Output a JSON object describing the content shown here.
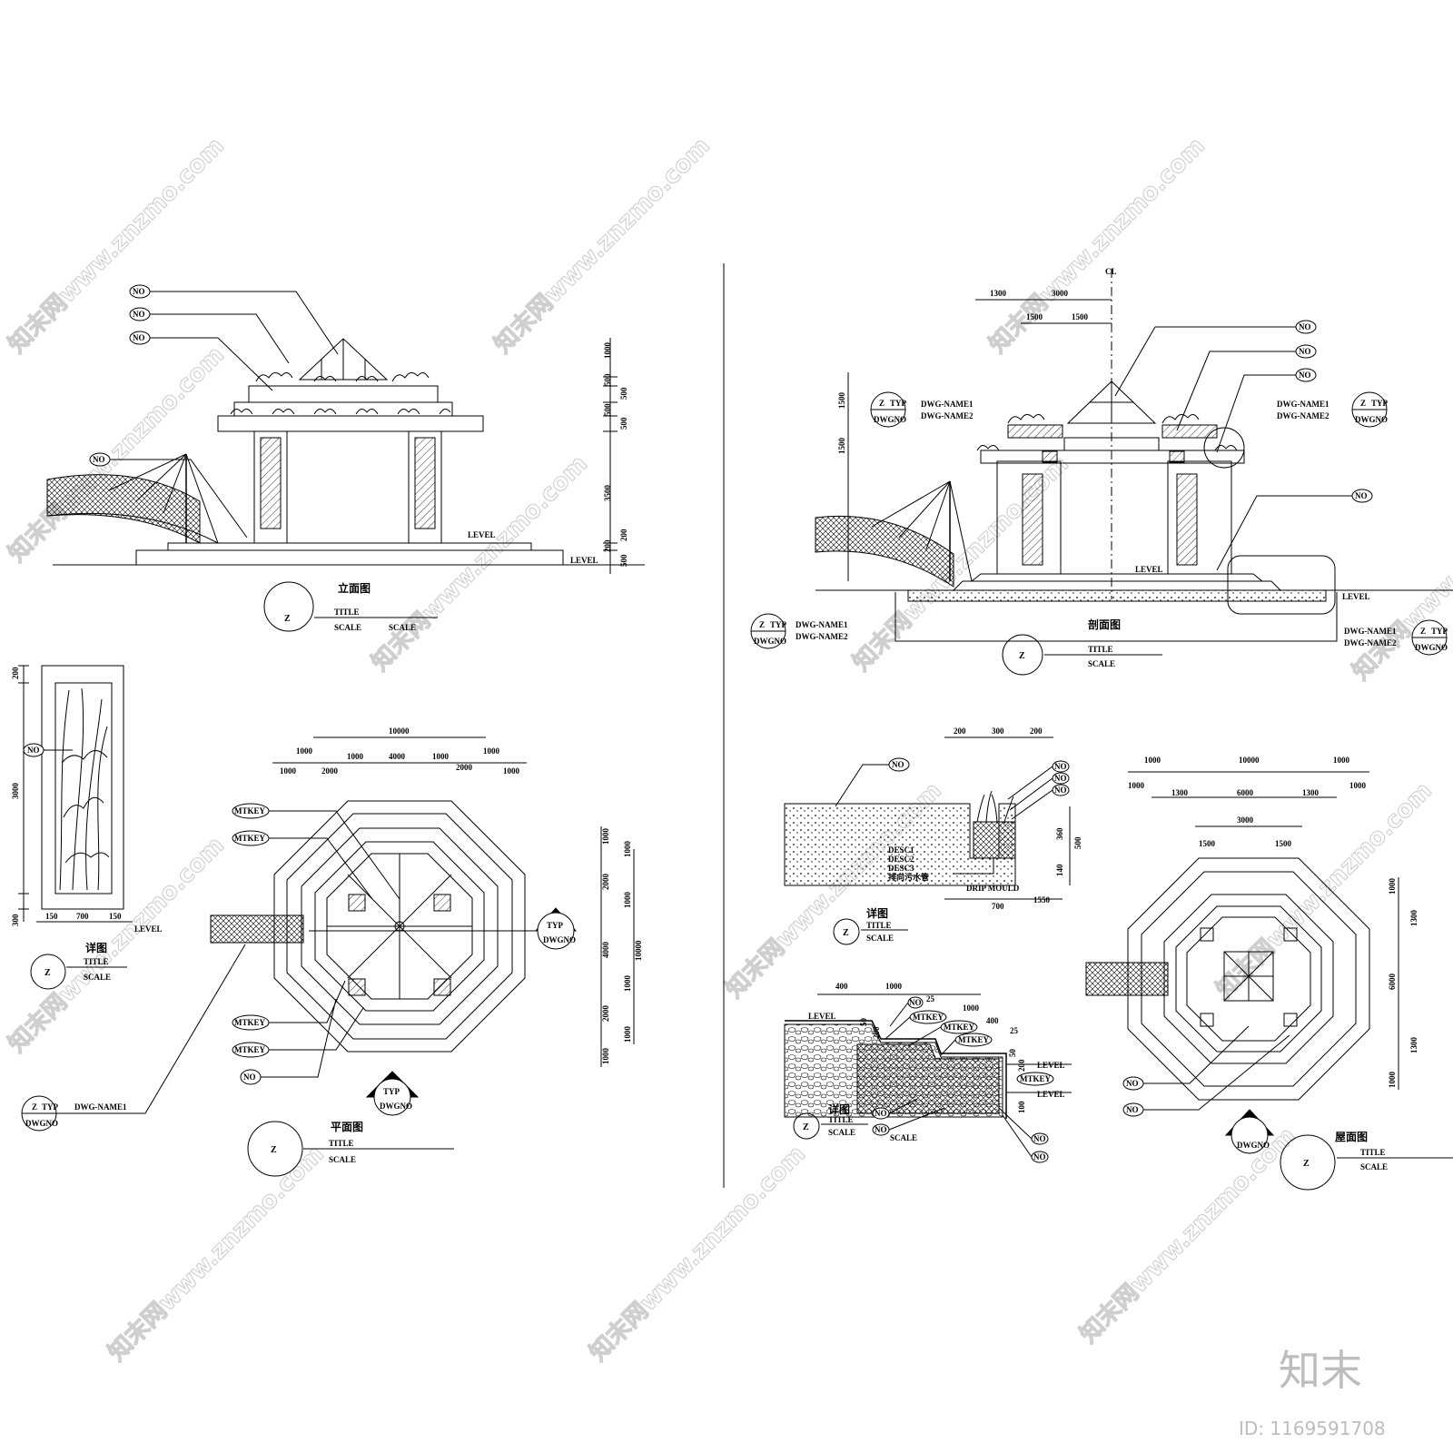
{
  "watermark": {
    "text": "知末网www.znzmo.com",
    "brand": "知末",
    "image_id": "ID: 1169591708"
  },
  "panels": {
    "elevation": {
      "title": "立面图",
      "tag": "Z",
      "title_label": "TITLE",
      "scale_label": "SCALE",
      "scale_label_2": "SCALE",
      "level": "LEVEL",
      "dims": [
        "1000",
        "500",
        "500",
        "500",
        "500",
        "3500",
        "200",
        "200",
        "500"
      ]
    },
    "panel_detail": {
      "title": "详图",
      "tag": "Z",
      "title_label": "TITLE",
      "scale_label": "SCALE",
      "level": "LEVEL",
      "dims": [
        "200",
        "3000",
        "300",
        "150",
        "700",
        "150"
      ]
    },
    "plan": {
      "title": "平面图",
      "tag": "Z",
      "title_label": "TITLE",
      "scale_label": "SCALE",
      "top_dims": [
        "10000",
        "1000",
        "1000",
        "4000",
        "1000",
        "1000",
        "1000",
        "2000",
        "2000",
        "1000"
      ],
      "side_dims": [
        "1000",
        "2000",
        "4000",
        "2000",
        "1000",
        "1000",
        "1000",
        "10000",
        "1000",
        "1000"
      ],
      "dwg_name": "DWG-NAME1",
      "dwgno": "DWGNO",
      "typ": "TYP",
      "mtkey": "MTKEY"
    },
    "section": {
      "title": "剖面图",
      "tag": "Z",
      "title_label": "TITLE",
      "scale_label": "SCALE",
      "cl": "CL",
      "level": "LEVEL",
      "top_dims": [
        "1300",
        "3000",
        "1500",
        "1500"
      ],
      "side_dims": [
        "1500",
        "1500"
      ],
      "dwg_name1": "DWG-NAME1",
      "dwg_name2": "DWG-NAME2",
      "dwgno": "DWGNO",
      "typ": "TYP"
    },
    "planter_detail": {
      "title": "详图",
      "tag": "Z",
      "title_label": "TITLE",
      "scale_label": "SCALE",
      "dims": [
        "200",
        "300",
        "200",
        "360",
        "500",
        "140",
        "700",
        "1550"
      ],
      "desc": [
        "DESC1",
        "DESC2",
        "DESC3"
      ],
      "pipe": "排向污水管",
      "drip": "DRIP MOULD"
    },
    "step_detail": {
      "title": "详图",
      "tag": "Z",
      "title_label": "TITLE",
      "scale_label": "SCALE",
      "scale_label_2": "SCALE",
      "level": "LEVEL",
      "dims": [
        "400",
        "1000",
        "25",
        "1000",
        "400",
        "25",
        "50",
        "200",
        "50",
        "200",
        "100"
      ]
    },
    "roof": {
      "title": "屋面图",
      "tag": "Z",
      "title_label": "TITLE",
      "scale_label": "SCALE",
      "dwgno": "DWGNO",
      "top_dims": [
        "1000",
        "10000",
        "1000",
        "1000",
        "1300",
        "6000",
        "1300",
        "1000",
        "3000",
        "1500",
        "1500"
      ],
      "side_dims": [
        "1000",
        "1300",
        "6000",
        "1300",
        "1000"
      ]
    }
  },
  "callout": {
    "no": "NO",
    "mtkey": "MTKEY"
  }
}
